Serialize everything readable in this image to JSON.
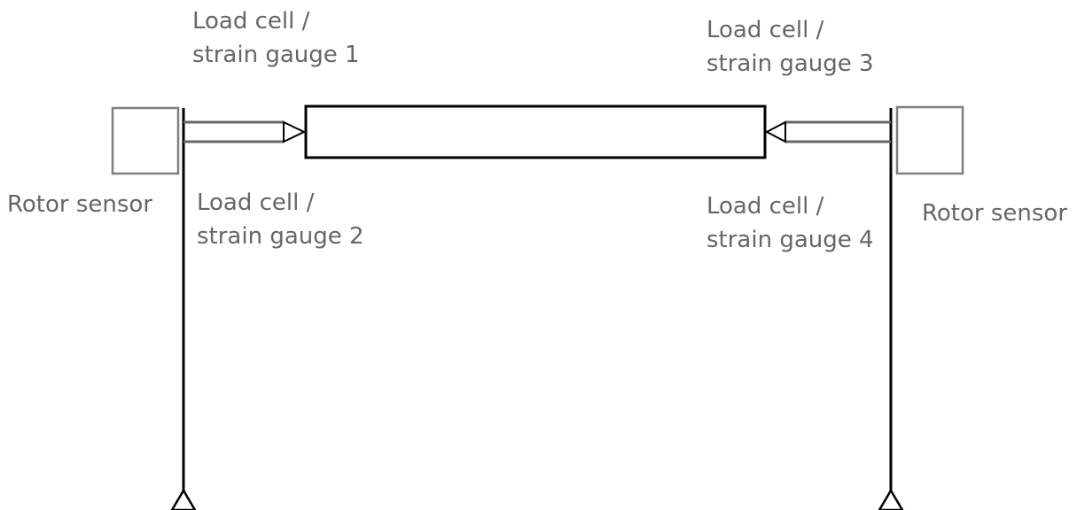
{
  "labels": {
    "load_cell_1": {
      "line1": "Load cell /",
      "line2": "strain gauge 1"
    },
    "load_cell_2": {
      "line1": "Load cell /",
      "line2": "strain gauge 2"
    },
    "load_cell_3": {
      "line1": "Load cell /",
      "line2": "strain gauge 3"
    },
    "load_cell_4": {
      "line1": "Load cell /",
      "line2": "strain gauge 4"
    },
    "rotor_sensor_left": "Rotor sensor",
    "rotor_sensor_right": "Rotor sensor"
  },
  "colors": {
    "line": "#000000",
    "sensor_box": "#7f7f7f",
    "rod": "#666666",
    "text": "#666666"
  }
}
